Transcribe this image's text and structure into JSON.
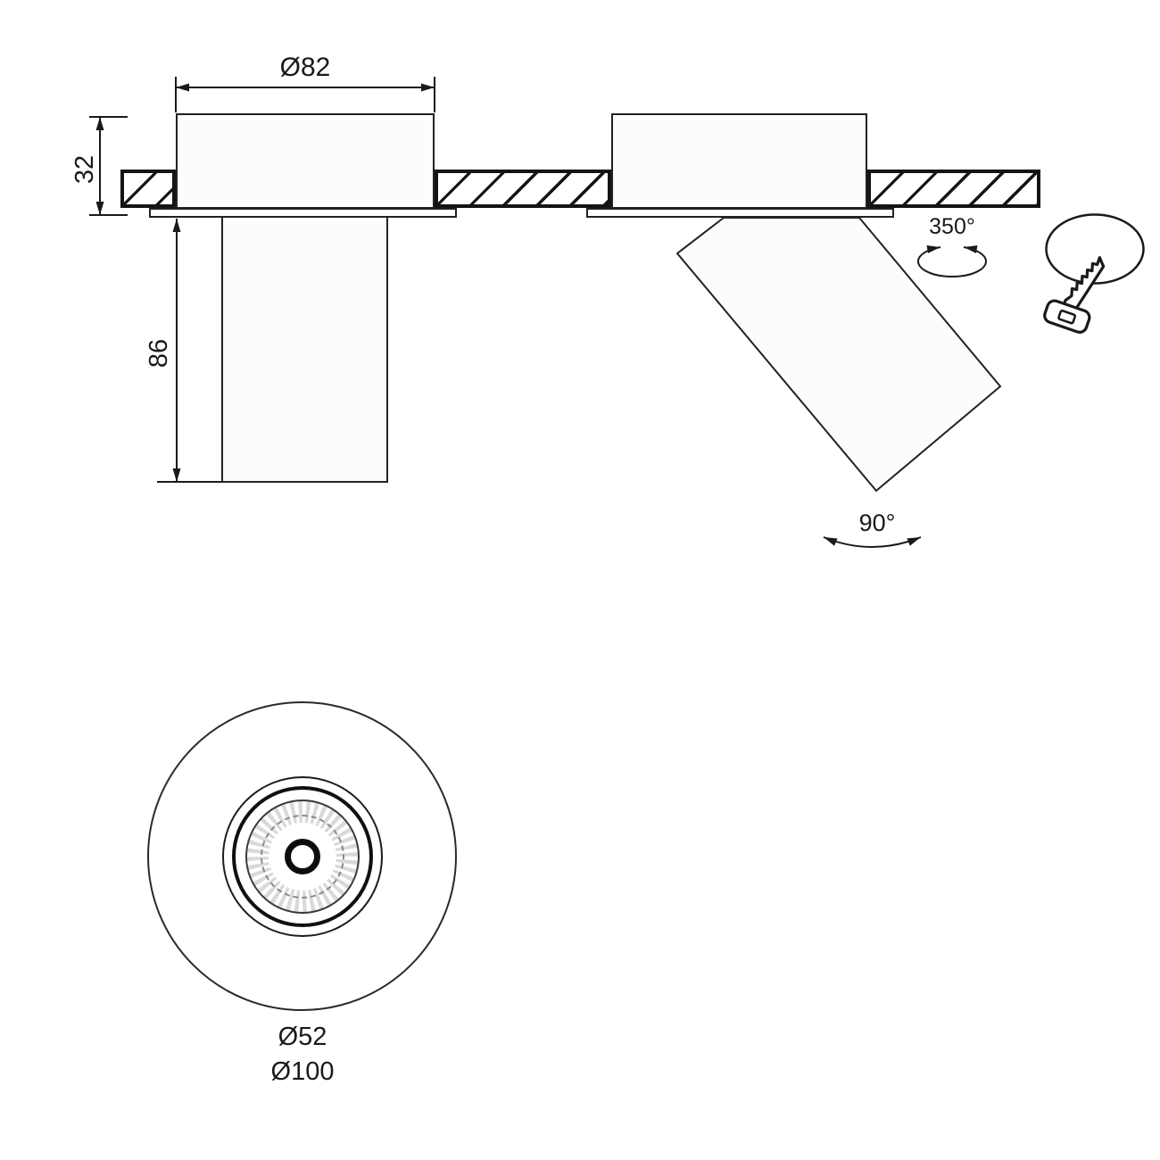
{
  "drawing": {
    "title": "adjustable-spotlight-dimension-drawing",
    "side_view": {
      "width_dim": "Ø82",
      "recess_depth_dim": "32",
      "body_height_dim": "86"
    },
    "rotation": {
      "swivel_label": "350°",
      "tilt_label": "90°"
    },
    "front_view": {
      "inner_dim": "Ø52",
      "outer_dim": "Ø100"
    },
    "icons": {
      "cutout": "saw-icon",
      "swivel": "rotation-ellipse-arrow",
      "tilt": "arc-arrow"
    },
    "colors": {
      "line": "#1a1a1a",
      "fill": "#fcfcfc",
      "background": "#ffffff"
    }
  }
}
